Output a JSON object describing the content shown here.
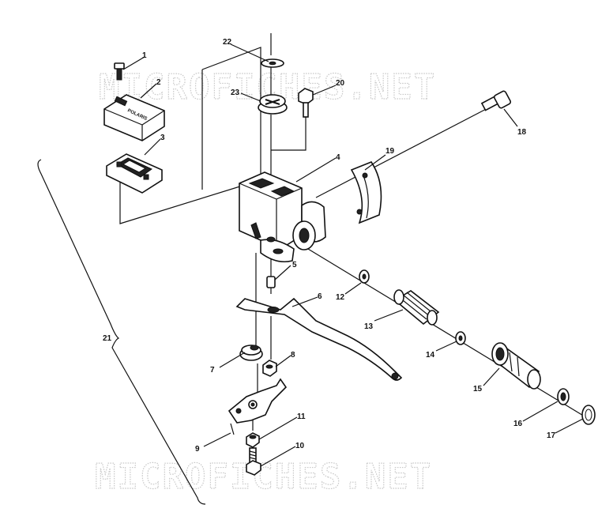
{
  "watermark": {
    "top": "MICROFICHES.NET",
    "bottom": "MICROFICHES.NET"
  },
  "cover_label": "POLARIS",
  "callouts": {
    "p1": "1",
    "p2": "2",
    "p3": "3",
    "p4": "4",
    "p5": "5",
    "p6": "6",
    "p7": "7",
    "p8": "8",
    "p9": "9",
    "p10": "10",
    "p11": "11",
    "p12": "12",
    "p13": "13",
    "p14": "14",
    "p15": "15",
    "p16": "16",
    "p17": "17",
    "p18": "18",
    "p19": "19",
    "p20": "20",
    "p21": "21",
    "p22": "22",
    "p23": "23"
  }
}
